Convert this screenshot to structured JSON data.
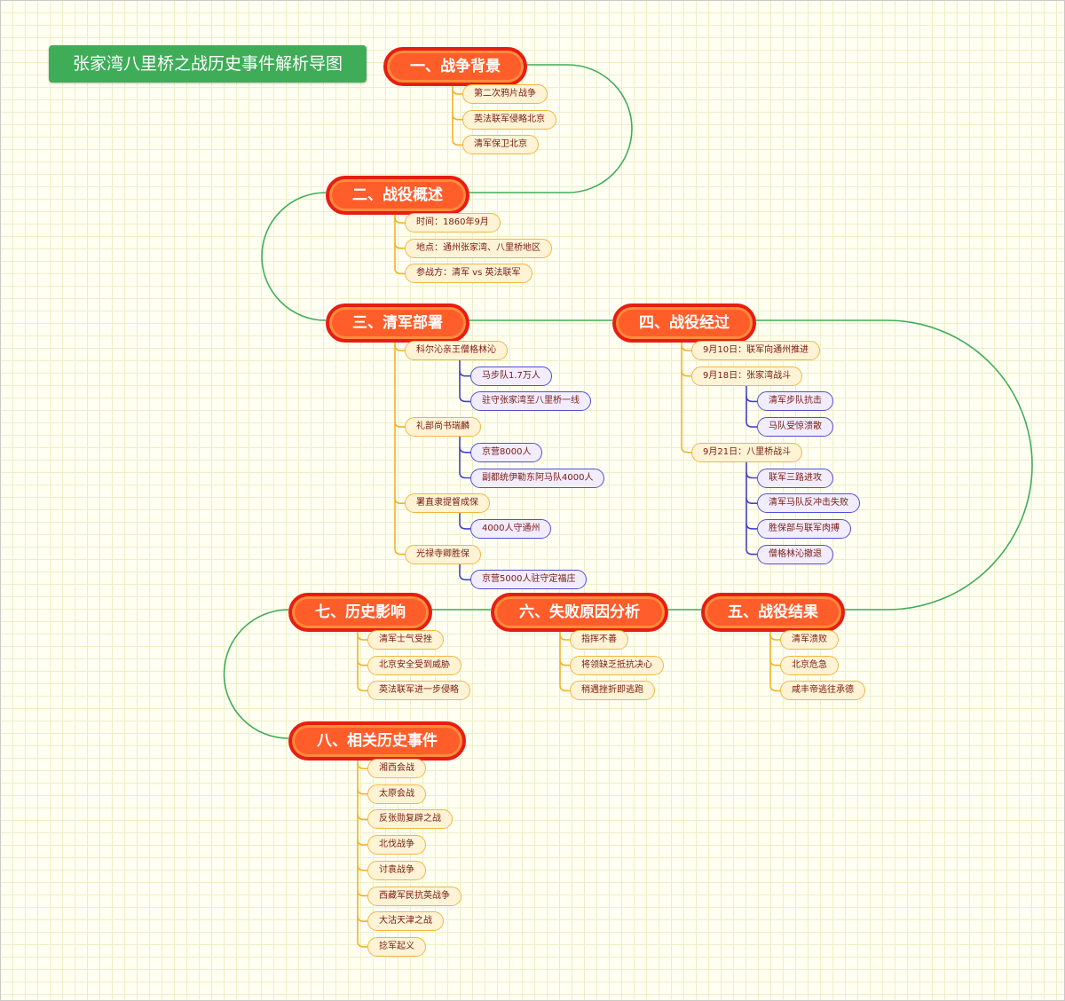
{
  "title": "张家湾八里桥之战历史事件解析导图",
  "sections": [
    {
      "label": "一、战争背景",
      "items": [
        {
          "label": "第二次鸦片战争"
        },
        {
          "label": "英法联军侵略北京"
        },
        {
          "label": "清军保卫北京"
        }
      ]
    },
    {
      "label": "二、战役概述",
      "items": [
        {
          "label": "时间：1860年9月"
        },
        {
          "label": "地点：通州张家湾、八里桥地区"
        },
        {
          "label": "参战方：清军 vs 英法联军"
        }
      ]
    },
    {
      "label": "三、清军部署",
      "items": [
        {
          "label": "科尔沁亲王僧格林沁",
          "children": [
            {
              "label": "马步队1.7万人"
            },
            {
              "label": "驻守张家湾至八里桥一线"
            }
          ]
        },
        {
          "label": "礼部尚书瑞麟",
          "children": [
            {
              "label": "京营8000人"
            },
            {
              "label": "副都统伊勒东阿马队4000人"
            }
          ]
        },
        {
          "label": "署直隶提督成保",
          "children": [
            {
              "label": "4000人守通州"
            }
          ]
        },
        {
          "label": "光禄寺卿胜保",
          "children": [
            {
              "label": "京营5000人驻守定福庄"
            }
          ]
        }
      ]
    },
    {
      "label": "四、战役经过",
      "items": [
        {
          "label": "9月10日：联军向通州推进"
        },
        {
          "label": "9月18日：张家湾战斗",
          "children": [
            {
              "label": "清军步队抗击"
            },
            {
              "label": "马队受惊溃散"
            }
          ]
        },
        {
          "label": "9月21日：八里桥战斗",
          "children": [
            {
              "label": "联军三路进攻"
            },
            {
              "label": "清军马队反冲击失败"
            },
            {
              "label": "胜保部与联军肉搏"
            },
            {
              "label": "僧格林沁撤退"
            }
          ]
        }
      ]
    },
    {
      "label": "五、战役结果",
      "items": [
        {
          "label": "清军溃败"
        },
        {
          "label": "北京危急"
        },
        {
          "label": "咸丰帝逃往承德"
        }
      ]
    },
    {
      "label": "六、失败原因分析",
      "items": [
        {
          "label": "指挥不善"
        },
        {
          "label": "将领缺乏抵抗决心"
        },
        {
          "label": "稍遇挫折即逃跑"
        }
      ]
    },
    {
      "label": "七、历史影响",
      "items": [
        {
          "label": "清军士气受挫"
        },
        {
          "label": "北京安全受到威胁"
        },
        {
          "label": "英法联军进一步侵略"
        }
      ]
    },
    {
      "label": "八、相关历史事件",
      "items": [
        {
          "label": "湘西会战"
        },
        {
          "label": "太原会战"
        },
        {
          "label": "反张勋复辟之战"
        },
        {
          "label": "北伐战争"
        },
        {
          "label": "讨袁战争"
        },
        {
          "label": "西藏军民抗英战争"
        },
        {
          "label": "大沽天津之战"
        },
        {
          "label": "捻军起义"
        }
      ]
    }
  ],
  "colors": {
    "spine": "#3fad58",
    "branch": "#f0b429",
    "sub_branch": "#4343c8",
    "node_fill": "#ff5d2a",
    "node_border": "#e81d12"
  }
}
